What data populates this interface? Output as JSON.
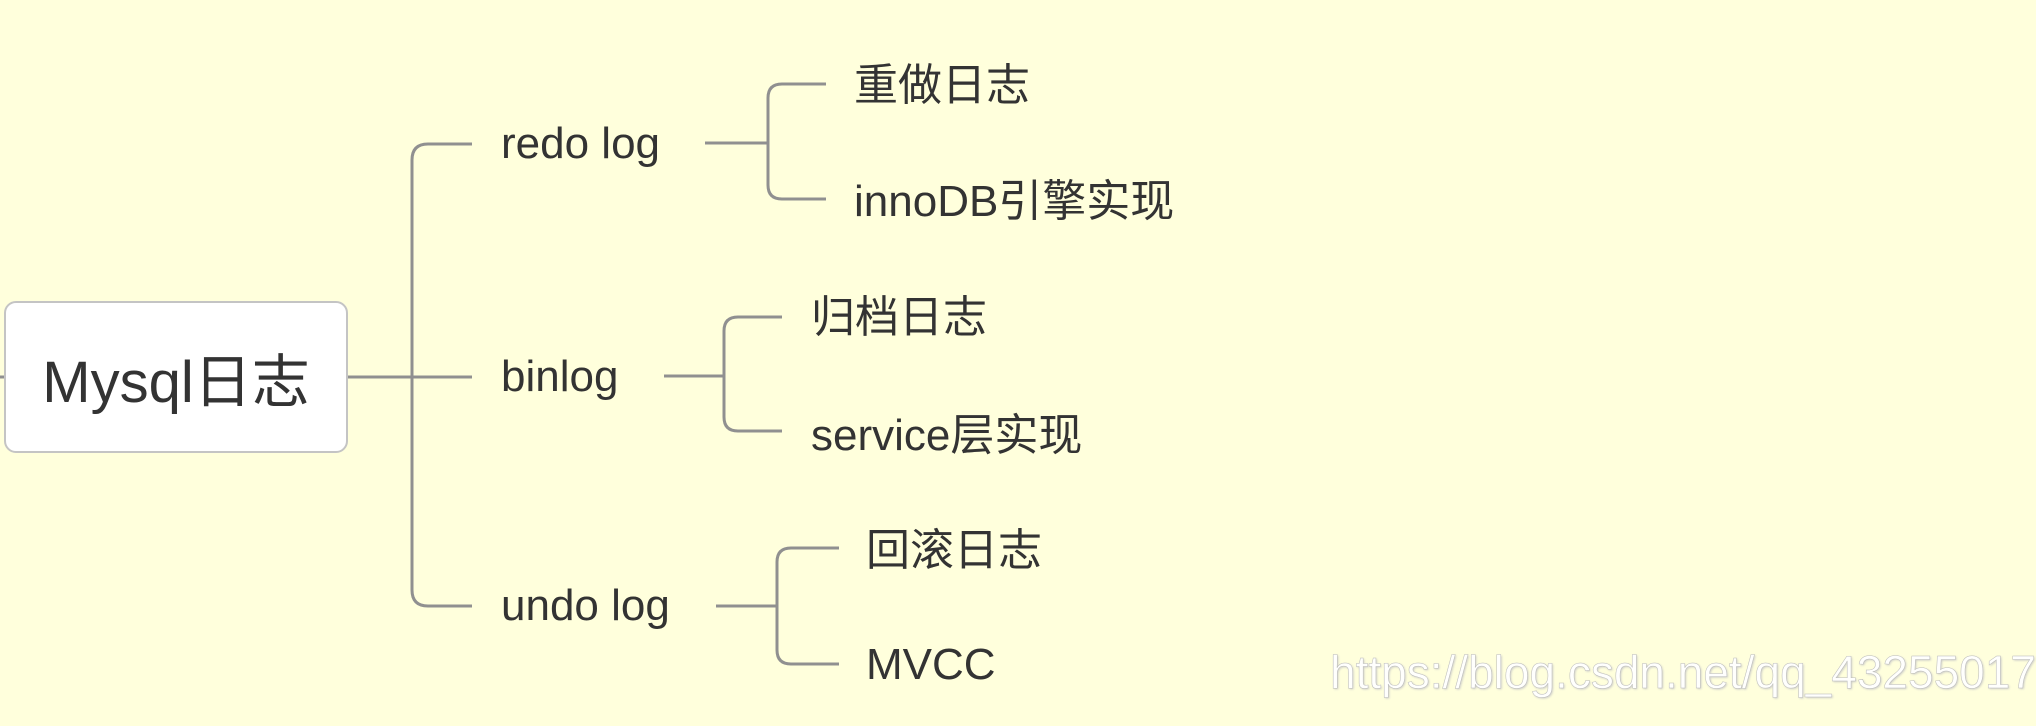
{
  "root": {
    "label": "Mysql日志"
  },
  "branches": [
    {
      "label": "redo log",
      "children": [
        {
          "label": "重做日志"
        },
        {
          "label": "innoDB引擎实现"
        }
      ]
    },
    {
      "label": "binlog",
      "children": [
        {
          "label": "归档日志"
        },
        {
          "label": "service层实现"
        }
      ]
    },
    {
      "label": "undo log",
      "children": [
        {
          "label": "回滚日志"
        },
        {
          "label": "MVCC"
        }
      ]
    }
  ],
  "watermark": "https://blog.csdn.net/qq_43255017",
  "colors": {
    "background": "#ffffdc",
    "connector": "#909090",
    "text": "#333333",
    "node_border": "#c4c4c4"
  }
}
